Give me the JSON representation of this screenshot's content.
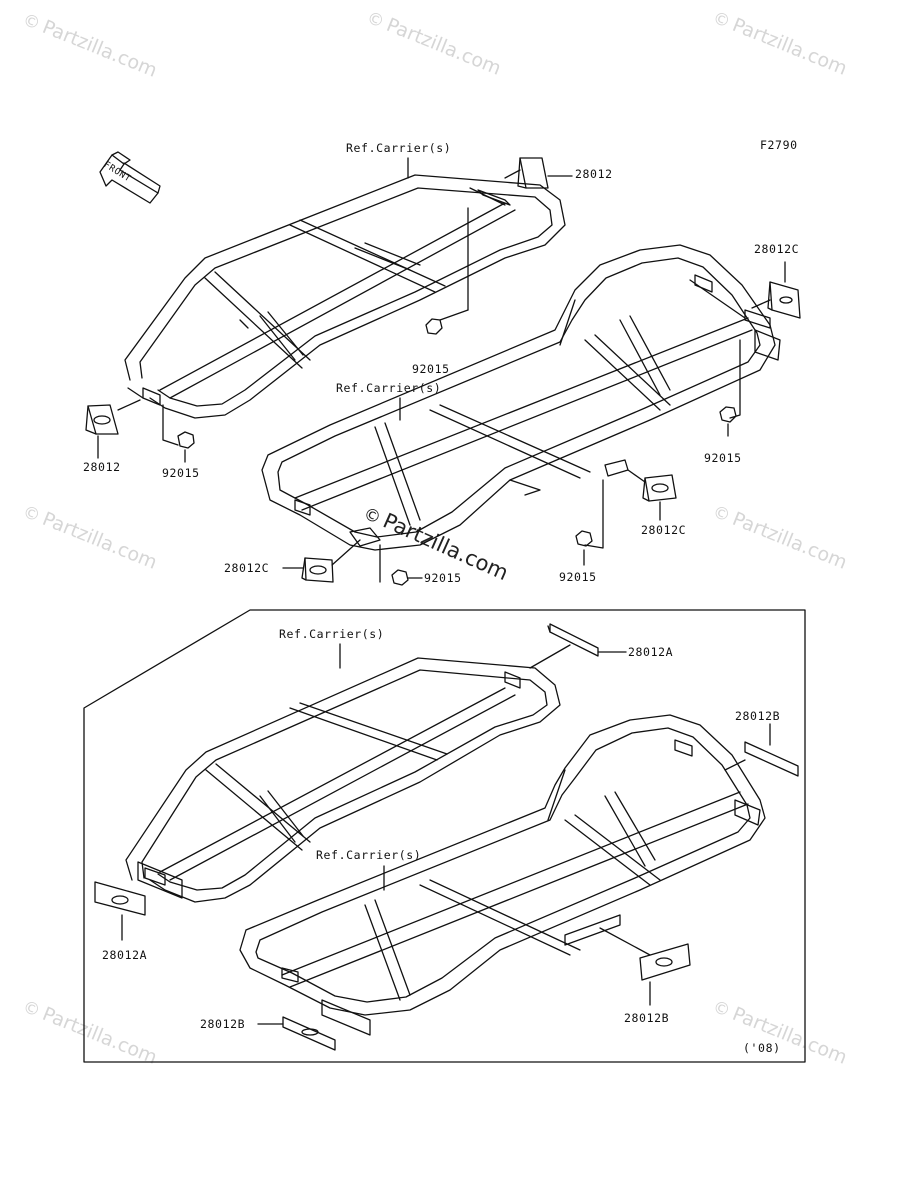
{
  "figure_code": "F2790",
  "year_note": "('08)",
  "front_arrow_text": "FRONT",
  "watermark_text": "Partzilla.com",
  "labels": {
    "ref_carrier_1": "Ref.Carrier(s)",
    "ref_carrier_2": "Ref.Carrier(s)",
    "ref_carrier_3": "Ref.Carrier(s)",
    "ref_carrier_4": "Ref.Carrier(s)",
    "p28012_top": "28012",
    "p28012_left": "28012",
    "p92015_a": "92015",
    "p92015_b": "92015",
    "p28012c_right": "28012C",
    "p92015_c": "92015",
    "p28012c_mid": "28012C",
    "p92015_d": "92015",
    "p28012c_left": "28012C",
    "p92015_e": "92015",
    "p28012a_top": "28012A",
    "p28012a_left": "28012A",
    "p28012b_right": "28012B",
    "p28012b_mid": "28012B",
    "p28012b_left": "28012B"
  }
}
